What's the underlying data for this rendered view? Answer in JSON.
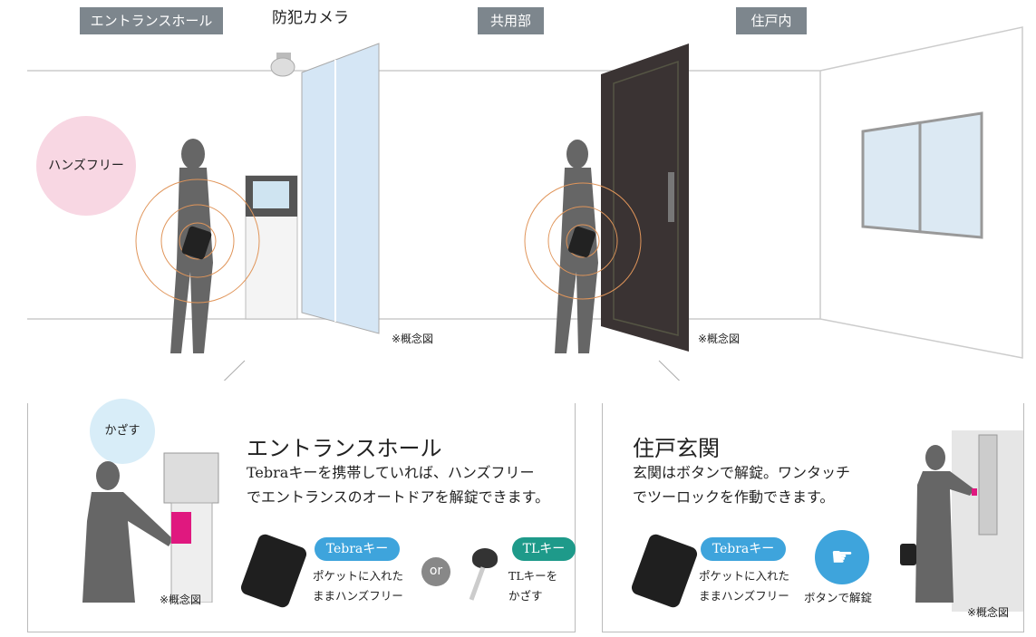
{
  "labels": {
    "entrance_hall": "エントランスホール",
    "camera": "防犯カメラ",
    "common_area": "共用部",
    "dwelling": "住戸内"
  },
  "handsfree_badge": "ハンズフリー",
  "concept_note": "※概念図",
  "entrance_panel": {
    "badge": "かざす",
    "title": "エントランスホール",
    "desc_line1": "Tebraキーを携帯していれば、ハンズフリー",
    "desc_line2": "でエントランスのオートドアを解錠できます。",
    "tebra_label": "Tebraキー",
    "tebra_cap1": "ポケットに入れた",
    "tebra_cap2": "ままハンズフリー",
    "or": "or",
    "tl_label": "TLキー",
    "tl_cap1": "TLキーを",
    "tl_cap2": "かざす",
    "note": "※概念図"
  },
  "door_panel": {
    "title": "住戸玄関",
    "desc_line1": "玄関はボタンで解錠。ワンタッチ",
    "desc_line2": "でツーロックを作動できます。",
    "tebra_label": "Tebraキー",
    "tebra_cap1": "ポケットに入れた",
    "tebra_cap2": "ままハンズフリー",
    "button_cap": "ボタンで解錠",
    "note": "※概念図"
  },
  "colors": {
    "tag": "#7d868d",
    "blue": "#3ea4dc",
    "teal": "#1e9a8a",
    "pink": "#f8d7e3",
    "lightblue": "#d8edf8",
    "rings": "#e0955a"
  }
}
